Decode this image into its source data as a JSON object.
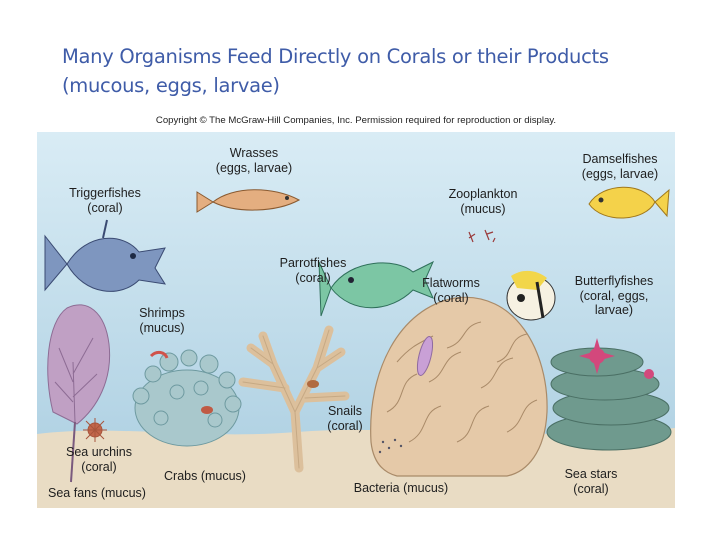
{
  "title": {
    "line1": "Many Organisms Feed Directly on Corals or their Products",
    "line2": "(mucous, eggs, larvae)"
  },
  "figure": {
    "copyright": "Copyright © The McGraw-Hill Companies, Inc. Permission required for reproduction or display.",
    "labels": {
      "wrasses": {
        "name": "Wrasses",
        "food": "(eggs, larvae)"
      },
      "damselfishes": {
        "name": "Damselfishes",
        "food": "(eggs, larvae)"
      },
      "triggerfishes": {
        "name": "Triggerfishes",
        "food": "(coral)"
      },
      "zooplankton": {
        "name": "Zooplankton",
        "food": "(mucus)"
      },
      "parrotfishes": {
        "name": "Parrotfishes",
        "food": "(coral)"
      },
      "flatworms": {
        "name": "Flatworms",
        "food": "(coral)"
      },
      "butterflyfishes": {
        "name": "Butterflyfishes",
        "food": "(coral, eggs,",
        "food2": "larvae)"
      },
      "shrimps": {
        "name": "Shrimps",
        "food": "(mucus)"
      },
      "snails": {
        "name": "Snails",
        "food": "(coral)"
      },
      "sea_urchins": {
        "name": "Sea urchins",
        "food": "(coral)"
      },
      "crabs": {
        "text": "Crabs (mucus)"
      },
      "sea_fans": {
        "text": "Sea fans (mucus)"
      },
      "bacteria": {
        "text": "Bacteria (mucus)"
      },
      "sea_stars": {
        "name": "Sea stars",
        "food": "(coral)"
      }
    },
    "colors": {
      "title": "#3f5ca8",
      "water_top": "#d9ecf5",
      "water_bottom": "#a9cde0",
      "sand": "#e9dcc4",
      "brain_coral": "#e5c9a8",
      "branch_coral": "#dcc09c",
      "blue_coral": "#a9c8cc",
      "plate_coral": "#6f9a8e",
      "sea_fan": "#c0a0c4",
      "parrotfish": "#7cc6a4",
      "triggerfish": "#7e96bf",
      "wrasse": "#e4ae80",
      "damselfish": "#f4d24a",
      "sea_star": "#d3487c"
    }
  }
}
